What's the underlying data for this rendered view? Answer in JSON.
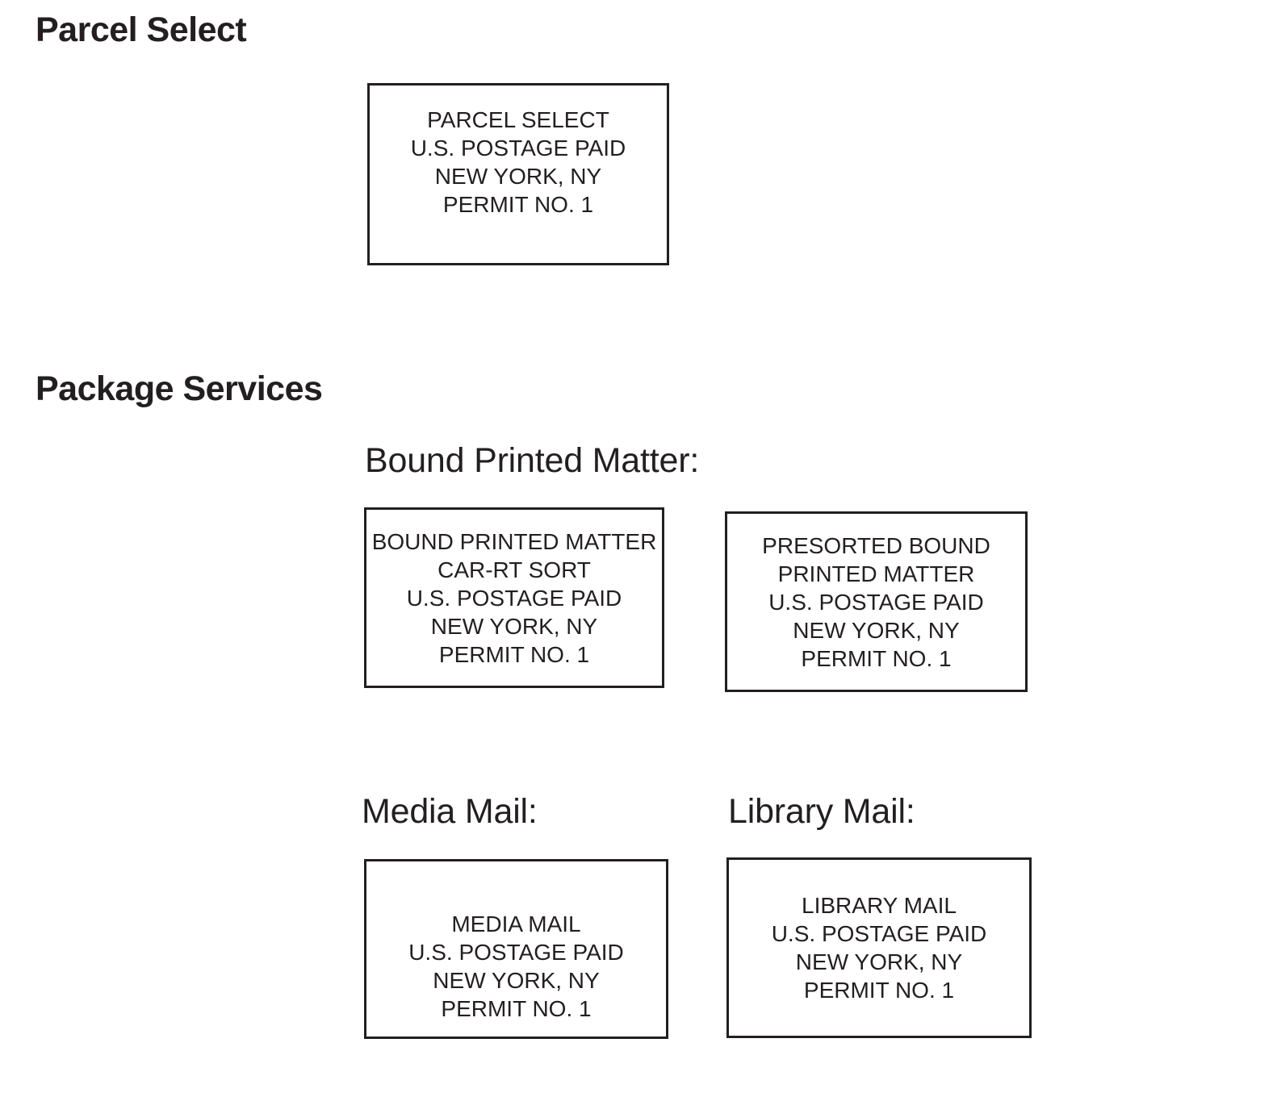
{
  "colors": {
    "text": "#231f20",
    "background": "#ffffff",
    "box_border": "#231f20"
  },
  "headings": {
    "parcel_select": "Parcel Select",
    "package_services": "Package Services"
  },
  "labels": {
    "bound_printed_matter": "Bound Printed Matter:",
    "media_mail": "Media Mail:",
    "library_mail": "Library Mail:"
  },
  "imprints": {
    "parcel_select": {
      "lines": [
        "PARCEL SELECT",
        "U.S. POSTAGE PAID",
        "NEW YORK, NY",
        "PERMIT NO. 1"
      ]
    },
    "bound_printed_matter_carrt": {
      "lines": [
        "BOUND PRINTED MATTER",
        "CAR-RT SORT",
        "U.S. POSTAGE PAID",
        "NEW YORK, NY",
        "PERMIT NO. 1"
      ]
    },
    "presorted_bound_printed_matter": {
      "lines": [
        "PRESORTED BOUND",
        "PRINTED MATTER",
        "U.S. POSTAGE PAID",
        "NEW YORK, NY",
        "PERMIT NO. 1"
      ]
    },
    "media_mail": {
      "lines": [
        "MEDIA MAIL",
        "U.S. POSTAGE PAID",
        "NEW YORK, NY",
        "PERMIT NO. 1"
      ]
    },
    "library_mail": {
      "lines": [
        "LIBRARY MAIL",
        "U.S. POSTAGE PAID",
        "NEW YORK, NY",
        "PERMIT NO. 1"
      ]
    }
  }
}
